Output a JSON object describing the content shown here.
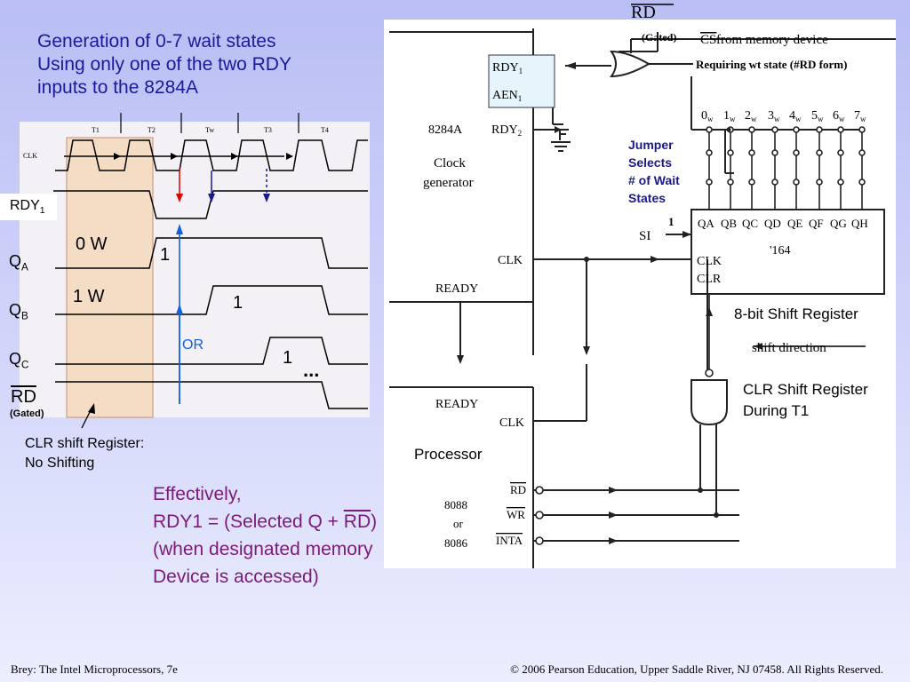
{
  "title": {
    "line1": "Generation of 0-7 wait states",
    "line2": "Using only one of the two RDY",
    "line3": "inputs to the 8284A"
  },
  "timing": {
    "periods": [
      "T1",
      "T2",
      "Tw",
      "T3",
      "T4"
    ],
    "clk": "CLK",
    "sig_rdy_main": "RDY",
    "sig_rdy_sub": "1",
    "sig_q": "Q",
    "sub_a": "A",
    "sub_b": "B",
    "sub_c": "C",
    "rd": "RD",
    "rd_gated": "(Gated)",
    "zero_w": "0 W",
    "one_w": "1 W",
    "one_a": "1",
    "one_b": "1",
    "one_c": "1",
    "ellipsis": "...",
    "or_text": "OR",
    "clr_note_1": "CLR shift Register:",
    "clr_note_2": "No Shifting"
  },
  "effectively": {
    "l1": "Effectively,",
    "l2a": "RDY1 = (Selected Q + ",
    "l2b": "RD",
    "l2c": ")",
    "l3": "(when designated memory",
    "l4": "Device is accessed)"
  },
  "circuit": {
    "top_rd": "RD",
    "top_rd_gated": "(Gated)",
    "cs_text": "CS from memory device",
    "cs_bar": "CS",
    "cs_rest": " from memory device",
    "requiring": "Requiring wt state (#RD form)",
    "rdy1": "RDY",
    "rdy1_sub": "1",
    "aen1": "AEN",
    "aen1_sub": "1",
    "rdy2": "RDY",
    "rdy2_sub": "2",
    "chip_8284": "8284A",
    "clock_gen_1": "Clock",
    "clock_gen_2": "generator",
    "clk": "CLK",
    "ready": "READY",
    "waits": [
      "0",
      "1",
      "2",
      "3",
      "4",
      "5",
      "6",
      "7"
    ],
    "wait_sub": "w",
    "jumper": [
      "Jumper",
      "Selects",
      "# of Wait",
      "States"
    ],
    "si_one": "1",
    "si": "SI",
    "q_outputs": [
      "QA",
      "QB",
      "QC",
      "QD",
      "QE",
      "QF",
      "QG",
      "QH"
    ],
    "chip_164": "'164",
    "sr_clk": "CLK",
    "sr_clr": "CLR",
    "shift_register": "8-bit Shift Register",
    "shift_direction": "shift direction",
    "clr_sr_1": "CLR Shift Register",
    "clr_sr_2": "During T1",
    "proc_ready": "READY",
    "proc_clk": "CLK",
    "processor": "Processor",
    "cpu_1": "8088",
    "cpu_2": "or",
    "cpu_3": "8086",
    "pin_rd": "RD",
    "pin_wr": "WR",
    "pin_inta": "INTA"
  },
  "footer": {
    "left": "Brey: The Intel Microprocessors, 7e",
    "right": "© 2006 Pearson Education, Upper Saddle River, NJ 07458. All Rights Reserved."
  },
  "colors": {
    "title": "#1a1a9c",
    "purple": "#7a1a7a",
    "red_arrow": "#e00000",
    "navy_arrow": "#1a1a8c",
    "blue_arrow": "#1060e0",
    "shade": "#f5dcc4"
  }
}
